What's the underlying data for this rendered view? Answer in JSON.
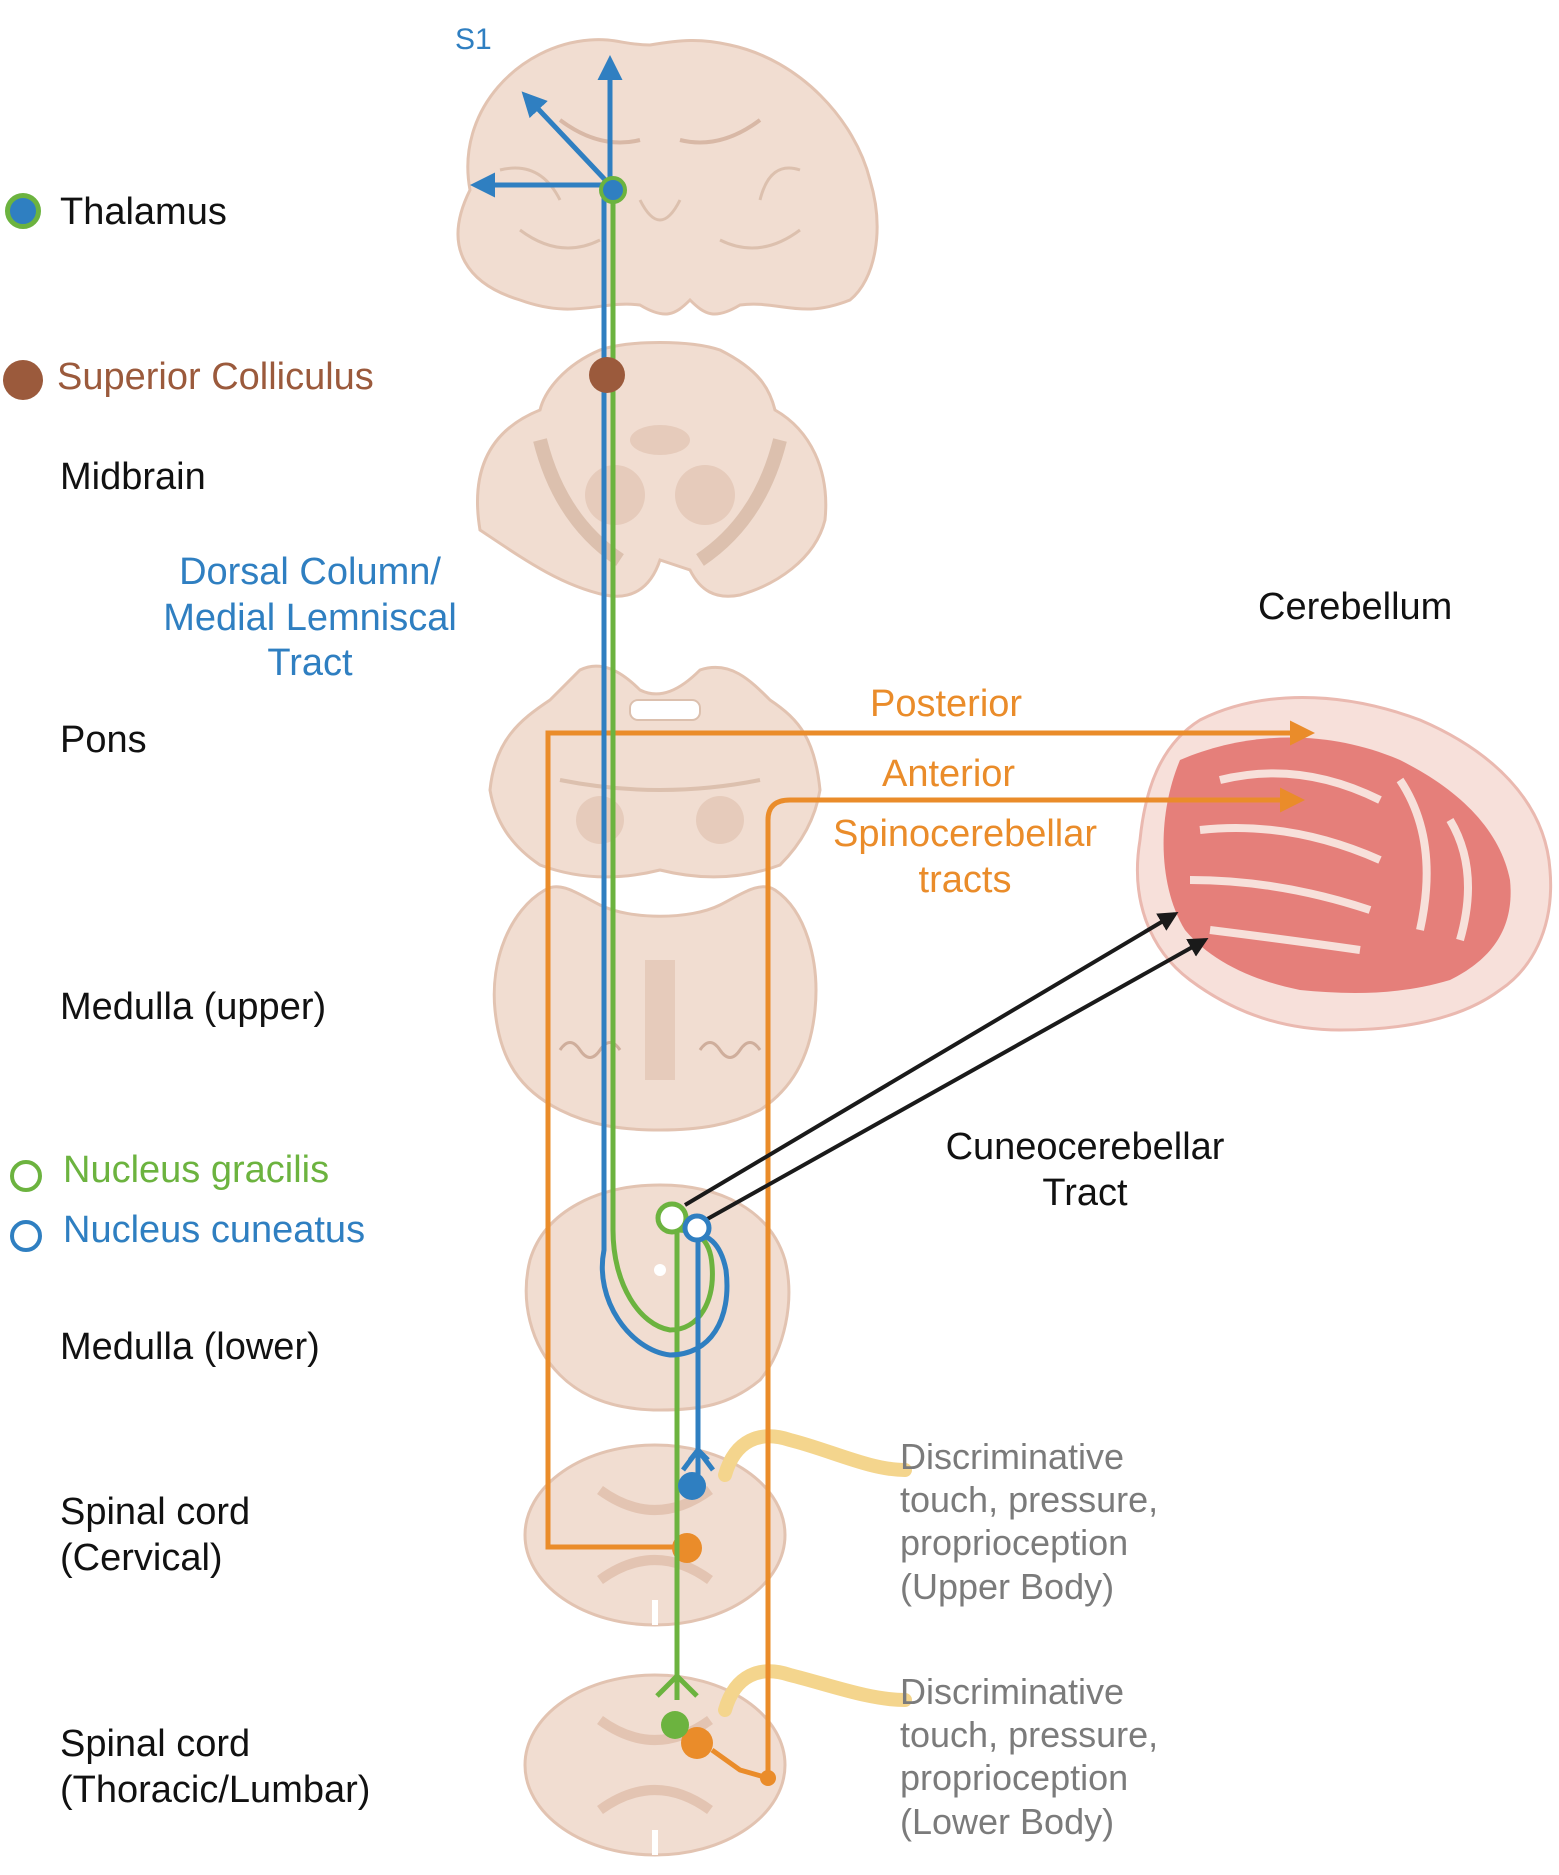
{
  "labels": {
    "s1": "S1",
    "thalamus": "Thalamus",
    "superior_colliculus": "Superior Colliculus",
    "midbrain": "Midbrain",
    "dorsal_column": "Dorsal Column/\nMedial Lemniscal\nTract",
    "pons": "Pons",
    "medulla_upper": "Medulla (upper)",
    "nucleus_gracilis": "Nucleus gracilis",
    "nucleus_cuneatus": "Nucleus cuneatus",
    "medulla_lower": "Medulla (lower)",
    "spinal_cervical": "Spinal cord\n(Cervical)",
    "spinal_thoracic": "Spinal cord\n(Thoracic/Lumbar)",
    "cerebellum": "Cerebellum",
    "posterior": "Posterior",
    "anterior": "Anterior",
    "spinocerebellar": "Spinocerebellar\ntracts",
    "cuneocerebellar": "Cuneocerebellar\nTract",
    "sensory_upper": "Discriminative\ntouch, pressure,\nproprioception\n (Upper Body)",
    "sensory_lower": "Discriminative\ntouch, pressure,\nproprioception\n(Lower Body)"
  },
  "colors": {
    "dcml": "#2f7fc1",
    "gracilis": "#6cb33f",
    "spinocerebellar": "#ea8c2a",
    "colliculus": "#9b5a3c",
    "cuneocerebellar": "#1a1a1a",
    "tissue": "#f1ddd1",
    "cerebellum": "#e57f7a"
  }
}
